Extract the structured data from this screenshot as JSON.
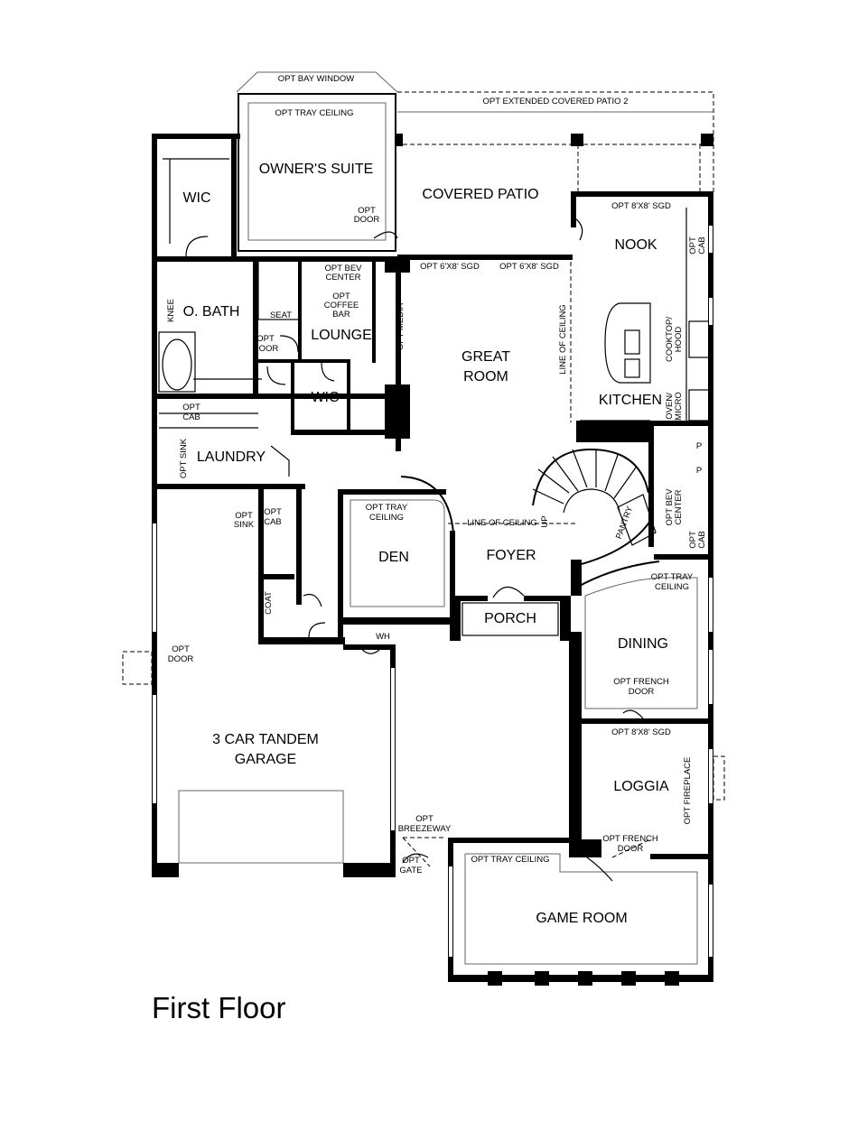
{
  "title": "First Floor",
  "rooms": {
    "owners_suite": "OWNER'S SUITE",
    "covered_patio": "COVERED PATIO",
    "wic_owner": "WIC",
    "nook": "NOOK",
    "o_bath": "O. BATH",
    "lounge": "LOUNGE",
    "great_room_1": "GREAT",
    "great_room_2": "ROOM",
    "kitchen": "KITCHEN",
    "wic_lounge": "WIC",
    "laundry": "LAUNDRY",
    "den": "DEN",
    "foyer": "FOYER",
    "porch": "PORCH",
    "dining": "DINING",
    "garage_1": "3 CAR TANDEM",
    "garage_2": "GARAGE",
    "loggia": "LOGGIA",
    "game_room": "GAME ROOM"
  },
  "labels": {
    "opt_bay_window": "OPT BAY WINDOW",
    "opt_extended_covered_patio": "OPT EXTENDED COVERED PATIO 2",
    "opt_tray_ceiling_owner": "OPT TRAY CEILING",
    "opt_door_owner_1": "OPT",
    "opt_door_owner_2": "DOOR",
    "opt_8x8_sgd_nook": "OPT 8'X8' SGD",
    "opt_cab_nook_1": "OPT",
    "opt_cab_nook_2": "CAB",
    "opt_6x8_sgd_1": "OPT 6'X8' SGD",
    "opt_6x8_sgd_2": "OPT 6'X8' SGD",
    "opt_bev_center_1_1": "OPT BEV",
    "opt_bev_center_1_2": "CENTER",
    "opt_coffee_bar_1": "OPT",
    "opt_coffee_bar_2": "COFFEE",
    "opt_coffee_bar_3": "BAR",
    "seat": "SEAT",
    "knee": "KNEE",
    "opt_door_bath_1": "OPT",
    "opt_door_bath_2": "DOOR",
    "opt_media": "OPT MEDIA",
    "line_of_ceiling_great": "LINE OF CEILING",
    "cooktop_1": "COOKTOP/",
    "cooktop_2": "HOOD",
    "oven_1": "OVEN/",
    "oven_2": "MICRO",
    "opt_cab_laundry_1": "OPT",
    "opt_cab_laundry_2": "CAB",
    "opt_sink_laundry": "OPT SINK",
    "pantry_p1": "P",
    "pantry_p2": "P",
    "opt_bev_center_2_1": "OPT BEV",
    "opt_bev_center_2_2": "CENTER",
    "opt_cab_pantry_1": "OPT",
    "opt_cab_pantry_2": "CAB",
    "pantry": "PANTRY",
    "opt_sink_garage_1": "OPT",
    "opt_sink_garage_2": "SINK",
    "opt_cab_garage_1": "OPT",
    "opt_cab_garage_2": "CAB",
    "opt_tray_ceiling_den_1": "OPT TRAY",
    "opt_tray_ceiling_den_2": "CEILING",
    "line_of_ceiling_foyer": "LINE OF CEILING",
    "up": "UP",
    "opt_tray_ceiling_dining_1": "OPT TRAY",
    "opt_tray_ceiling_dining_2": "CEILING",
    "coat": "COAT",
    "wh": "WH",
    "opt_door_garage_1": "OPT",
    "opt_door_garage_2": "DOOR",
    "opt_french_door_dining_1": "OPT FRENCH",
    "opt_french_door_dining_2": "DOOR",
    "opt_8x8_sgd_loggia": "OPT 8'X8' SGD",
    "opt_fireplace": "OPT FIREPLACE",
    "opt_breezeway_1": "OPT",
    "opt_breezeway_2": "BREEZEWAY",
    "opt_french_door_loggia_1": "OPT FRENCH",
    "opt_french_door_loggia_2": "DOOR",
    "opt_gate_1": "OPT",
    "opt_gate_2": "GATE",
    "opt_tray_ceiling_game": "OPT TRAY CEILING"
  }
}
